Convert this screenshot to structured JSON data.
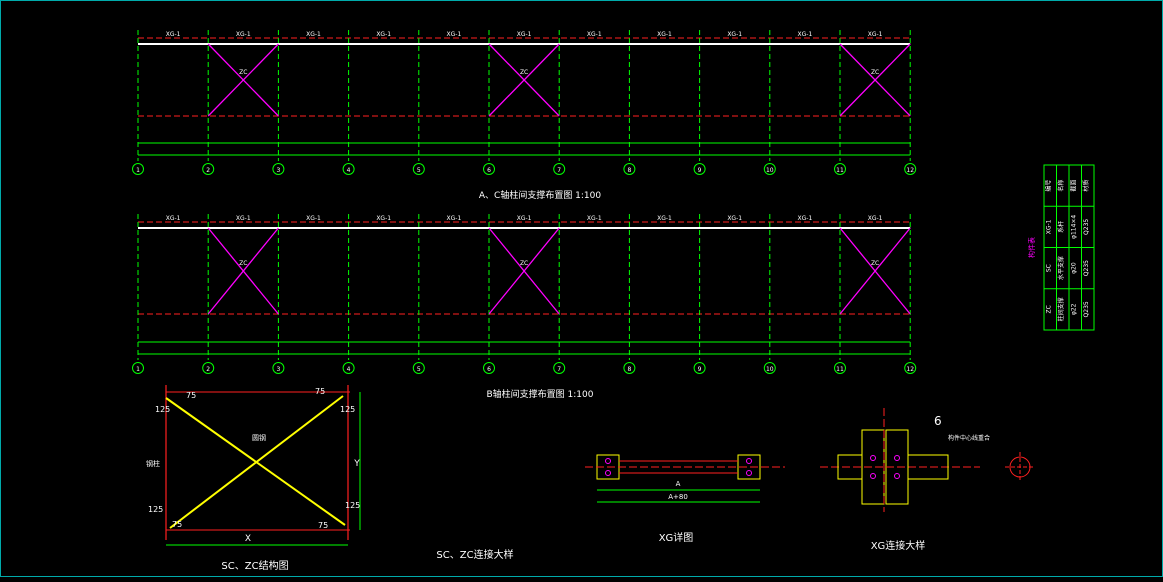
{
  "plan": {
    "beam_label": "XG-1",
    "brace_label": "ZC",
    "axes": [
      "1",
      "2",
      "3",
      "4",
      "5",
      "6",
      "7",
      "8",
      "9",
      "10",
      "11",
      "12"
    ],
    "title_top": "A、C轴柱间支撑布置图 1:100",
    "title_bottom": "B轴柱间支撑布置图 1:100"
  },
  "detail_sc": {
    "title": "SC、ZC结构图",
    "dims": {
      "x": "X",
      "y": "Y",
      "d75": "75",
      "d125": "125"
    },
    "labels": {
      "column": "钢柱",
      "brace": "圆钢"
    }
  },
  "detail_sc_zc_joint": {
    "title": "SC、ZC连接大样"
  },
  "detail_xg": {
    "title": "XG详图",
    "dim_a": "A",
    "dim_total": "A+80"
  },
  "detail_xg_joint": {
    "title": "XG连接大样",
    "weld": "6",
    "note": "构件中心线重合"
  },
  "table": {
    "title": "构件表",
    "rows": [
      [
        "编号",
        "XG-1",
        "SC",
        "ZC"
      ],
      [
        "名称",
        "系杆",
        "水平支撑",
        "柱间支撑"
      ],
      [
        "截面",
        "φ114×4",
        "φ20",
        "φ22"
      ],
      [
        "材质",
        "Q235",
        "Q235",
        "Q235"
      ]
    ]
  },
  "colors": {
    "axis_green": "#00ff00",
    "beam_red": "#ff2020",
    "brace_magenta": "#ff00ff",
    "text_white": "#ffffff",
    "detail_yellow": "#ffff00"
  }
}
